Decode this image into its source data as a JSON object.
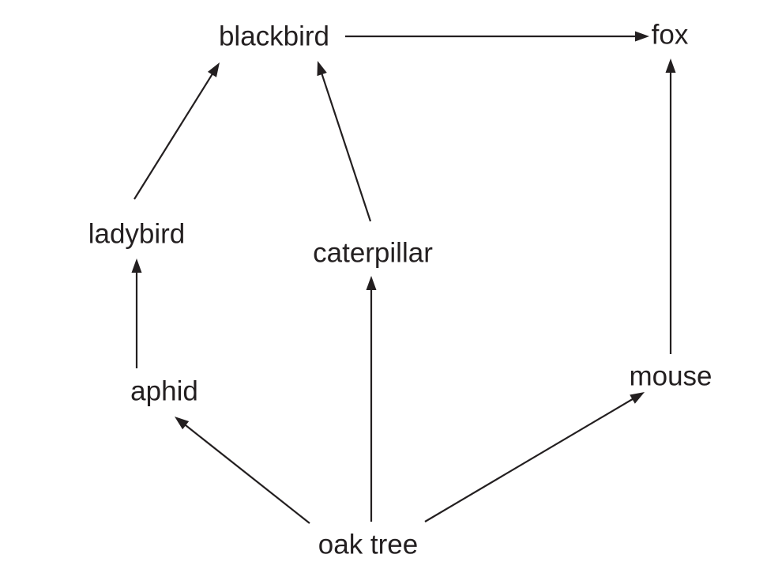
{
  "diagram": {
    "type": "food-web",
    "nodes": [
      {
        "id": "blackbird",
        "label": "blackbird"
      },
      {
        "id": "fox",
        "label": "fox"
      },
      {
        "id": "ladybird",
        "label": "ladybird"
      },
      {
        "id": "caterpillar",
        "label": "caterpillar"
      },
      {
        "id": "aphid",
        "label": "aphid"
      },
      {
        "id": "mouse",
        "label": "mouse"
      },
      {
        "id": "oak_tree",
        "label": "oak tree"
      }
    ],
    "edges": [
      {
        "from": "blackbird",
        "to": "fox"
      },
      {
        "from": "ladybird",
        "to": "blackbird"
      },
      {
        "from": "caterpillar",
        "to": "blackbird"
      },
      {
        "from": "aphid",
        "to": "ladybird"
      },
      {
        "from": "oak_tree",
        "to": "caterpillar"
      },
      {
        "from": "oak_tree",
        "to": "aphid"
      },
      {
        "from": "oak_tree",
        "to": "mouse"
      },
      {
        "from": "mouse",
        "to": "fox"
      }
    ]
  }
}
